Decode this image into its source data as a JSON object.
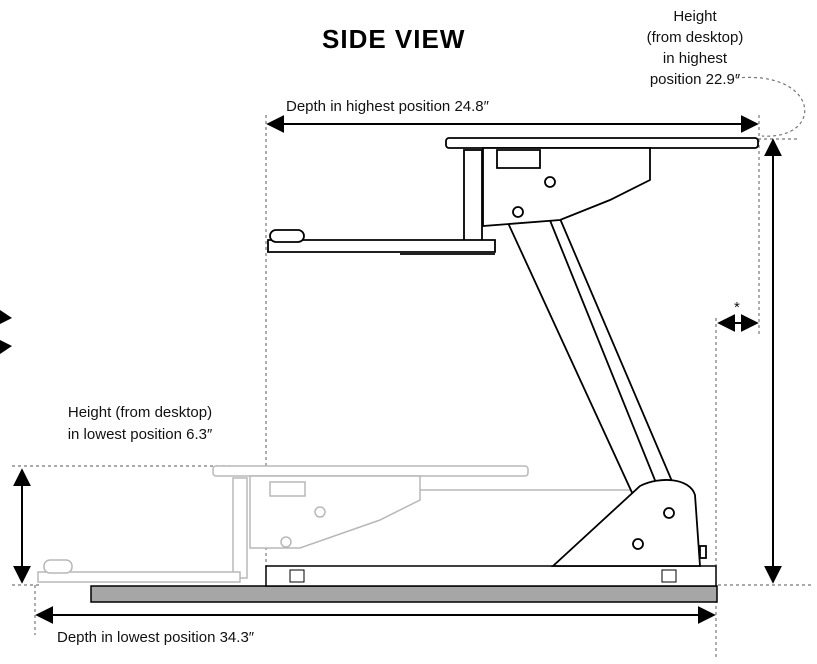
{
  "title": "SIDE VIEW",
  "labels": {
    "height_highest": [
      "Height",
      "(from desktop)",
      "in highest",
      "position 22.9″"
    ],
    "depth_highest": "Depth in highest position 24.8″",
    "height_lowest": [
      "Height (from desktop)",
      "in lowest position 6.3″"
    ],
    "depth_lowest": "Depth in lowest position 34.3″",
    "asterisk": "*"
  },
  "colors": {
    "line": "#000000",
    "guide": "#777777",
    "base_fill": "#a6a6a6",
    "ghost": "#b8b8b8"
  }
}
